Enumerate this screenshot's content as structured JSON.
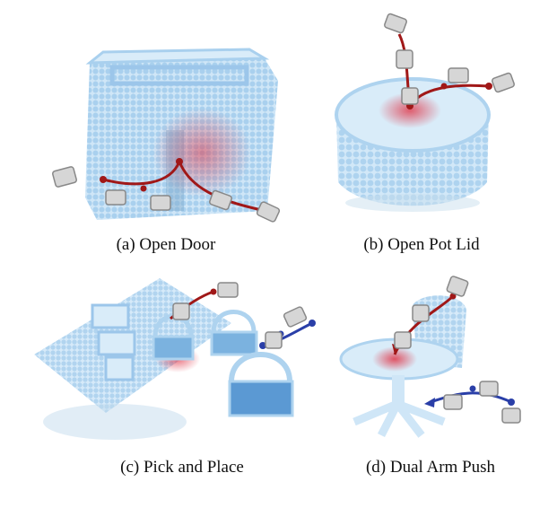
{
  "panels": [
    {
      "id": "a",
      "caption": "(a) Open Door"
    },
    {
      "id": "b",
      "caption": "(b) Open Pot Lid"
    },
    {
      "id": "c",
      "caption": "(c) Pick and Place"
    },
    {
      "id": "d",
      "caption": "(d) Dual Arm Push"
    }
  ],
  "colors": {
    "point_cloud": "#b9d9f0",
    "point_cloud_shadow": "#8fbde0",
    "contact_highlight": "#e0384a",
    "trajectory_red": "#a01818",
    "trajectory_blue": "#2a3fa8",
    "gripper": "#d6d6d6"
  }
}
